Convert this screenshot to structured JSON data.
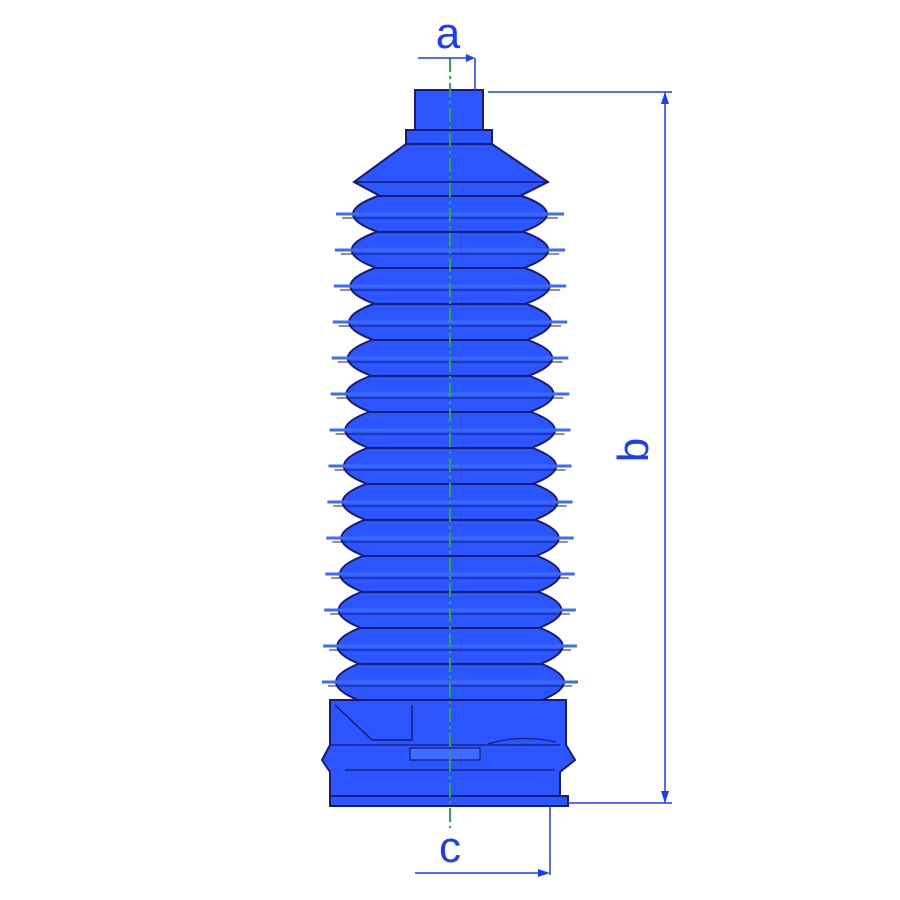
{
  "diagram": {
    "dimension_labels": {
      "a": "a",
      "b": "b",
      "c": "c"
    },
    "colors": {
      "outline": "#1a1a6e",
      "fill": "#2b56ff",
      "fill_light": "#3d6bff",
      "dimension": "#1a3cff",
      "centerline": "#2aa84a",
      "background": "#ffffff"
    },
    "convolutions": 14
  }
}
